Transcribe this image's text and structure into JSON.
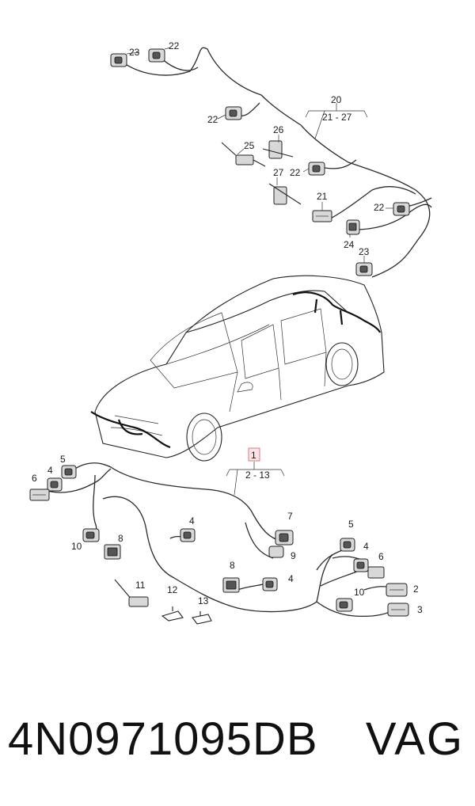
{
  "footer": {
    "part_number": "4N0971095DB",
    "brand": "VAG"
  },
  "callouts": {
    "c1": "1",
    "c2_13": "2 - 13",
    "c20": "20",
    "c21_27": "21 - 27",
    "c22a": "22",
    "c23a": "23",
    "c22b": "22",
    "c26": "26",
    "c25": "25",
    "c22c": "22",
    "c27": "27",
    "c21": "21",
    "c22d": "22",
    "c24": "24",
    "c23b": "23",
    "c5a": "5",
    "c4a": "4",
    "c6a": "6",
    "c10a": "10",
    "c8a": "8",
    "c4b": "4",
    "c7": "7",
    "c9": "9",
    "c8b": "8",
    "c4c": "4",
    "c11": "11",
    "c12": "12",
    "c13": "13",
    "c5b": "5",
    "c4d": "4",
    "c6b": "6",
    "c10b": "10",
    "c2": "2",
    "c3": "3"
  },
  "colors": {
    "highlight_box": "#e07a85",
    "highlight_fill": "#fbe3e6"
  }
}
